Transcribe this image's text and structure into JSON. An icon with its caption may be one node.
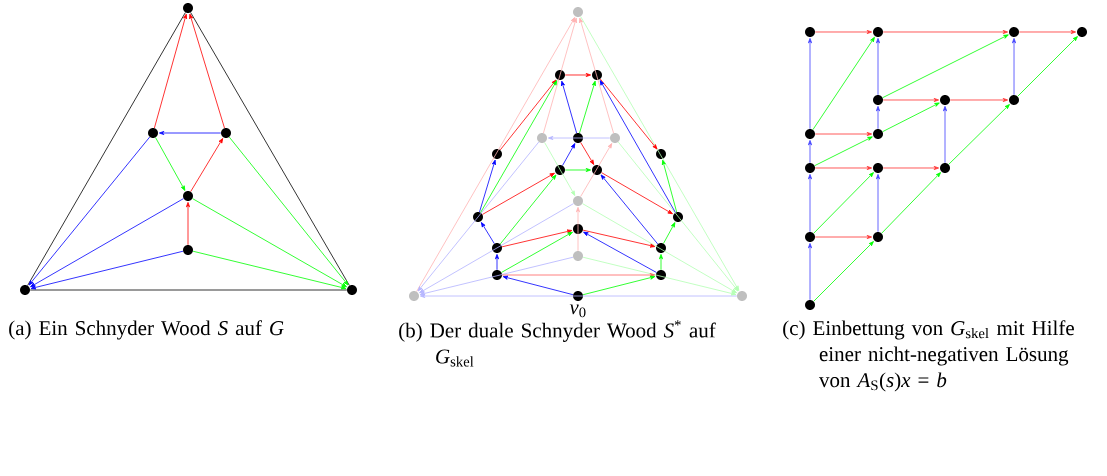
{
  "diagram": {
    "nodes": [
      {
        "text": [],
        "shape": "circle"
      },
      {
        "text": [],
        "shape": "circle"
      },
      {
        "text": [],
        "shape": "circle"
      },
      {
        "text": [],
        "shape": "circle"
      },
      {
        "text": [],
        "shape": "circle"
      },
      {
        "text": [],
        "shape": "circle"
      },
      {
        "text": [],
        "shape": "circle"
      },
      {
        "text": [],
        "shape": "circle"
      },
      {
        "text": [],
        "shape": "circle"
      },
      {
        "text": [],
        "shape": "circle"
      },
      {
        "text": [],
        "shape": "circle"
      },
      {
        "text": [],
        "shape": "circle"
      },
      {
        "text": [],
        "shape": "circle"
      },
      {
        "text": [],
        "shape": "circle"
      },
      {
        "text": [],
        "shape": "circle"
      },
      {
        "text": [],
        "shape": "circle"
      },
      {
        "text": [],
        "shape": "circle"
      },
      {
        "text": [],
        "shape": "circle"
      },
      {
        "text": [],
        "shape": "circle"
      },
      {
        "text": [],
        "shape": "circle"
      },
      {
        "text": [],
        "shape": "circle"
      },
      {
        "text": [],
        "shape": "circle"
      },
      {
        "text": [],
        "shape": "circle"
      },
      {
        "text": [],
        "shape": "circle"
      },
      {
        "text": [],
        "shape": "circle"
      },
      {
        "text": [],
        "shape": "circle"
      },
      {
        "text": [],
        "shape": "circle"
      },
      {
        "text": [],
        "shape": "circle",
        "beside": [
          "*v*$_{0}$"
        ]
      },
      {
        "text": [],
        "shape": "circle"
      },
      {
        "text": [],
        "shape": "circle"
      },
      {
        "text": [],
        "shape": "circle"
      },
      {
        "text": [],
        "shape": "circle"
      },
      {
        "text": [],
        "shape": "circle"
      },
      {
        "text": [],
        "shape": "circle"
      },
      {
        "text": [],
        "shape": "circle"
      },
      {
        "text": [],
        "shape": "circle"
      },
      {
        "text": [],
        "shape": "circle"
      },
      {
        "text": [],
        "shape": "circle"
      },
      {
        "text": [],
        "shape": "circle"
      },
      {
        "text": [],
        "shape": "circle"
      },
      {
        "text": [],
        "shape": "circle"
      },
      {
        "text": [],
        "shape": "circle"
      },
      {
        "text": [],
        "shape": "circle"
      },
      {
        "text": [],
        "shape": "circle"
      }
    ],
    "edges": [
      {
        "from": 5,
        "to": 0,
        "arrow": "none",
        "color": "#000000"
      },
      {
        "from": 6,
        "to": 0,
        "arrow": "none",
        "color": "#000000"
      },
      {
        "from": 5,
        "to": 6,
        "arrow": "none",
        "color": "#000000"
      },
      {
        "from": 1,
        "to": 0,
        "arrow": "to",
        "color": "#ff0000"
      },
      {
        "from": 2,
        "to": 0,
        "arrow": "to",
        "color": "#ff0000"
      },
      {
        "from": 2,
        "to": 1,
        "arrow": "to",
        "color": "#0000ff"
      },
      {
        "from": 1,
        "to": 3,
        "arrow": "to",
        "color": "#00ff00"
      },
      {
        "from": 3,
        "to": 2,
        "arrow": "to",
        "color": "#ff0000"
      },
      {
        "from": 4,
        "to": 3,
        "arrow": "to",
        "color": "#ff0000"
      },
      {
        "from": 1,
        "to": 5,
        "arrow": "to",
        "color": "#0000ff"
      },
      {
        "from": 3,
        "to": 5,
        "arrow": "to",
        "color": "#0000ff"
      },
      {
        "from": 4,
        "to": 5,
        "arrow": "to",
        "color": "#0000ff"
      },
      {
        "from": 2,
        "to": 6,
        "arrow": "to",
        "color": "#00ff00"
      },
      {
        "from": 3,
        "to": 6,
        "arrow": "to",
        "color": "#00ff00"
      },
      {
        "from": 4,
        "to": 6,
        "arrow": "to",
        "color": "#00ff00"
      },
      {
        "from": 26,
        "to": 7,
        "arrow": "to",
        "color": "#ffb3b3"
      },
      {
        "from": 10,
        "to": 7,
        "arrow": "to",
        "color": "#ffb3b3"
      },
      {
        "from": 12,
        "to": 7,
        "arrow": "to",
        "color": "#ffb3b3"
      },
      {
        "from": 7,
        "to": 28,
        "arrow": "to",
        "color": "#b3ffb3"
      },
      {
        "from": 12,
        "to": 10,
        "arrow": "to",
        "color": "#b3b3ff"
      },
      {
        "from": 10,
        "to": 17,
        "arrow": "to",
        "color": "#b3ffb3"
      },
      {
        "from": 17,
        "to": 12,
        "arrow": "to",
        "color": "#ffb3b3"
      },
      {
        "from": 23,
        "to": 17,
        "arrow": "to",
        "color": "#ffb3b3"
      },
      {
        "from": 10,
        "to": 26,
        "arrow": "to",
        "color": "#b3b3ff"
      },
      {
        "from": 17,
        "to": 26,
        "arrow": "to",
        "color": "#b3b3ff"
      },
      {
        "from": 23,
        "to": 26,
        "arrow": "to",
        "color": "#b3b3ff"
      },
      {
        "from": 28,
        "to": 26,
        "arrow": "to",
        "color": "#b3b3ff"
      },
      {
        "from": 12,
        "to": 28,
        "arrow": "to",
        "color": "#b3ffb3"
      },
      {
        "from": 17,
        "to": 28,
        "arrow": "to",
        "color": "#b3ffb3"
      },
      {
        "from": 23,
        "to": 28,
        "arrow": "to",
        "color": "#b3ffb3"
      },
      {
        "from": 8,
        "to": 9,
        "arrow": "to",
        "color": "#ff0000"
      },
      {
        "from": 11,
        "to": 8,
        "arrow": "to",
        "color": "#0000ff"
      },
      {
        "from": 11,
        "to": 9,
        "arrow": "to",
        "color": "#00ff00"
      },
      {
        "from": 13,
        "to": 8,
        "arrow": "to",
        "color": "#ff0000"
      },
      {
        "from": 9,
        "to": 14,
        "arrow": "to",
        "color": "#ff0000"
      },
      {
        "from": 19,
        "to": 9,
        "arrow": "to",
        "color": "#0000ff"
      },
      {
        "from": 18,
        "to": 8,
        "arrow": "to",
        "color": "#00ff00"
      },
      {
        "from": 15,
        "to": 11,
        "arrow": "to",
        "color": "#0000ff"
      },
      {
        "from": 11,
        "to": 16,
        "arrow": "to",
        "color": "#ff0000"
      },
      {
        "from": 15,
        "to": 16,
        "arrow": "to",
        "color": "#00ff00"
      },
      {
        "from": 18,
        "to": 13,
        "arrow": "to",
        "color": "#0000ff"
      },
      {
        "from": 18,
        "to": 15,
        "arrow": "to",
        "color": "#ff0000"
      },
      {
        "from": 21,
        "to": 15,
        "arrow": "to",
        "color": "#00ff00"
      },
      {
        "from": 21,
        "to": 18,
        "arrow": "to",
        "color": "#0000ff"
      },
      {
        "from": 16,
        "to": 19,
        "arrow": "to",
        "color": "#ff0000"
      },
      {
        "from": 22,
        "to": 16,
        "arrow": "to",
        "color": "#0000ff"
      },
      {
        "from": 22,
        "to": 19,
        "arrow": "to",
        "color": "#00ff00"
      },
      {
        "from": 19,
        "to": 14,
        "arrow": "to",
        "color": "#00ff00"
      },
      {
        "from": 21,
        "to": 20,
        "arrow": "to",
        "color": "#ff0000"
      },
      {
        "from": 24,
        "to": 20,
        "arrow": "to",
        "color": "#00ff00"
      },
      {
        "from": 20,
        "to": 22,
        "arrow": "to",
        "color": "#ff0000"
      },
      {
        "from": 25,
        "to": 20,
        "arrow": "to",
        "color": "#0000ff"
      },
      {
        "from": 24,
        "to": 21,
        "arrow": "to",
        "color": "#0000ff"
      },
      {
        "from": 25,
        "to": 22,
        "arrow": "to",
        "color": "#00ff00"
      },
      {
        "from": 24,
        "to": 25,
        "arrow": "to",
        "color": "#ff6060"
      },
      {
        "from": 27,
        "to": 24,
        "arrow": "to",
        "color": "#0000ff"
      },
      {
        "from": 27,
        "to": 25,
        "arrow": "to",
        "color": "#00ff00"
      },
      {
        "from": 29,
        "to": 30,
        "arrow": "to",
        "color": "#ff3030"
      },
      {
        "from": 30,
        "to": 31,
        "arrow": "to",
        "color": "#ff3030"
      },
      {
        "from": 31,
        "to": 32,
        "arrow": "to",
        "color": "#ff3030"
      },
      {
        "from": 33,
        "to": 34,
        "arrow": "to",
        "color": "#ff3030"
      },
      {
        "from": 34,
        "to": 35,
        "arrow": "to",
        "color": "#ff3030"
      },
      {
        "from": 36,
        "to": 37,
        "arrow": "to",
        "color": "#ff3030"
      },
      {
        "from": 38,
        "to": 39,
        "arrow": "to",
        "color": "#ff3030"
      },
      {
        "from": 39,
        "to": 40,
        "arrow": "to",
        "color": "#ff3030"
      },
      {
        "from": 41,
        "to": 42,
        "arrow": "to",
        "color": "#ff3030"
      },
      {
        "from": 36,
        "to": 29,
        "arrow": "to",
        "color": "#4040ff"
      },
      {
        "from": 33,
        "to": 30,
        "arrow": "to",
        "color": "#4040ff"
      },
      {
        "from": 35,
        "to": 31,
        "arrow": "to",
        "color": "#4040ff"
      },
      {
        "from": 37,
        "to": 33,
        "arrow": "to",
        "color": "#4040ff"
      },
      {
        "from": 40,
        "to": 34,
        "arrow": "to",
        "color": "#4040ff"
      },
      {
        "from": 38,
        "to": 36,
        "arrow": "to",
        "color": "#4040ff"
      },
      {
        "from": 42,
        "to": 39,
        "arrow": "to",
        "color": "#4040ff"
      },
      {
        "from": 41,
        "to": 38,
        "arrow": "to",
        "color": "#4040ff"
      },
      {
        "from": 43,
        "to": 41,
        "arrow": "to",
        "color": "#4040ff"
      },
      {
        "from": 36,
        "to": 30,
        "arrow": "to",
        "color": "#00ff00"
      },
      {
        "from": 33,
        "to": 31,
        "arrow": "to",
        "color": "#00ff00"
      },
      {
        "from": 35,
        "to": 32,
        "arrow": "to",
        "color": "#00ff00"
      },
      {
        "from": 37,
        "to": 34,
        "arrow": "to",
        "color": "#00ff00"
      },
      {
        "from": 40,
        "to": 35,
        "arrow": "to",
        "color": "#00ff00"
      },
      {
        "from": 38,
        "to": 37,
        "arrow": "to",
        "color": "#00ff00"
      },
      {
        "from": 41,
        "to": 39,
        "arrow": "to",
        "color": "#00ff00"
      },
      {
        "from": 42,
        "to": 40,
        "arrow": "to",
        "color": "#00ff00"
      },
      {
        "from": 43,
        "to": 42,
        "arrow": "to",
        "color": "#00ff00"
      }
    ],
    "labels": [
      "(a) Ein Schnyder Wood *S* auf *G*",
      "(b) Der duale Schnyder Wood *S*$^{*}$ auf *G*$_{skel}$",
      "(c) Einbettung von *G*$_{skel}$ mit Hilfe einer nicht-negativen Lösung von *A*$_{S}$(*s*)*x* = *b*"
    ]
  }
}
